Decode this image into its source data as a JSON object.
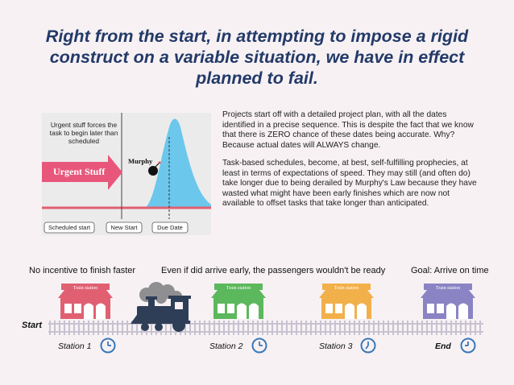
{
  "title": "Right from the start, in attempting to impose a rigid construct on a variable situation, we have in effect planned to fail.",
  "figure": {
    "note": "Urgent stuff forces the task to begin later than scheduled",
    "arrow_label": "Urgent Stuff",
    "murphy_label": "Murphy",
    "markers": [
      "Scheduled start",
      "New Start",
      "Due Date"
    ]
  },
  "paragraphs": [
    "Projects start off with a detailed project plan, with all the dates identified in a precise sequence. This is despite the fact that we know that there is ZERO chance of these dates being accurate. Why? Because actual dates will ALWAYS change.",
    "Task-based schedules, become, at best, self-fulfilling prophecies, at least in terms of expectations of speed.  They may still (and often do) take longer due to being derailed by Murphy's Law because they have wasted what might have been early finishes which are now not available to offset tasks that take longer than anticipated."
  ],
  "captions": {
    "left": "No incentive to finish faster",
    "middle": "Even if did arrive early, the passengers wouldn't be ready",
    "right": "Goal: Arrive on time"
  },
  "track": {
    "start_label": "Start",
    "station_sign": "Train station",
    "stations": [
      {
        "label": "Station 1",
        "color": "#e06072"
      },
      {
        "label": "Station 2",
        "color": "#5cb85c"
      },
      {
        "label": "Station 3",
        "color": "#f2b04a"
      },
      {
        "label": "End",
        "color": "#8a84c4"
      }
    ]
  },
  "colors": {
    "title": "#233a68",
    "arrow": "#e8577b",
    "curve_fill": "#6cc7ec",
    "train": "#2f3e57",
    "clock": "#3a78b8"
  }
}
